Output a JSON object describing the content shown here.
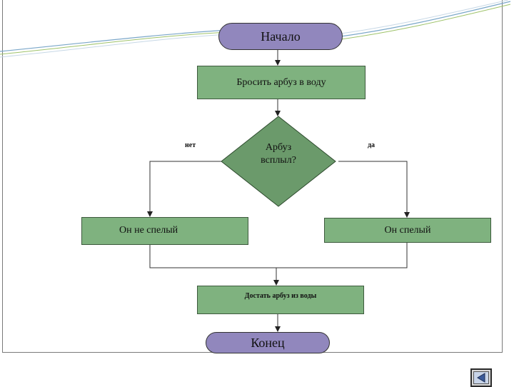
{
  "diagram": {
    "start_label": "Начало",
    "step1_label": "Бросить арбуз в воду",
    "decision_label_line1": "Арбуз",
    "decision_label_line2": "всплыл?",
    "no_label": "нет",
    "yes_label": "да",
    "not_ripe_label": "Он не спелый",
    "ripe_label": "Он спелый",
    "step_final_label": "Достать арбуз из воды",
    "end_label": "Конец"
  },
  "colors": {
    "terminal_fill": "#9187bd",
    "process_fill": "#7fb27f",
    "decision_fill": "#6b9a6b"
  },
  "navigation": {
    "back_icon": "triangle-left-icon"
  }
}
